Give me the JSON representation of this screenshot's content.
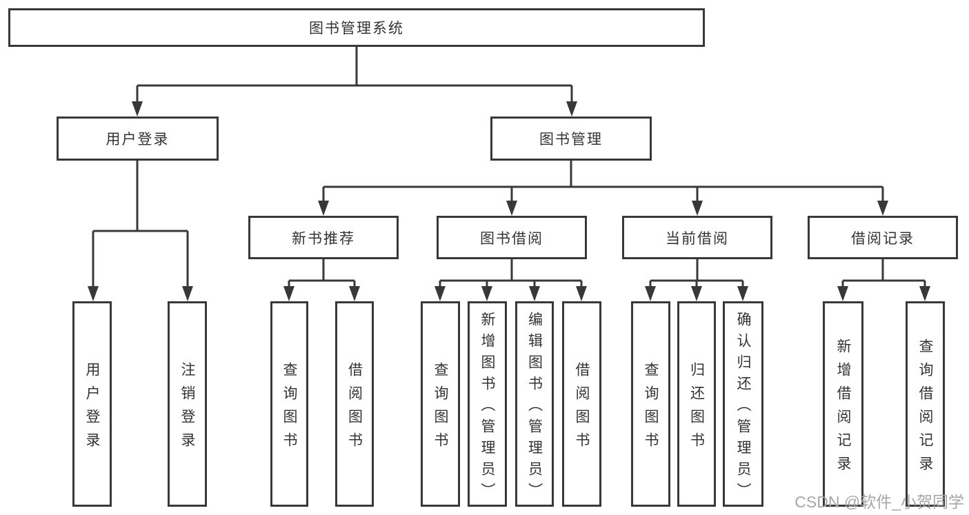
{
  "diagram": {
    "root": {
      "label": "图书管理系统"
    },
    "level2": [
      {
        "id": "user-login",
        "label": "用户登录"
      },
      {
        "id": "book-management",
        "label": "图书管理"
      }
    ],
    "level3": [
      {
        "id": "new-book-recommend",
        "label": "新书推荐",
        "parent": "book-management"
      },
      {
        "id": "book-borrowing",
        "label": "图书借阅",
        "parent": "book-management"
      },
      {
        "id": "current-borrowing",
        "label": "当前借阅",
        "parent": "book-management"
      },
      {
        "id": "borrowing-records",
        "label": "借阅记录",
        "parent": "book-management"
      }
    ],
    "leaves": [
      {
        "id": "user-login",
        "label": "用户登录",
        "parent": "user-login"
      },
      {
        "id": "logout-login",
        "label": "注销登录",
        "parent": "user-login"
      },
      {
        "id": "query-books-recommend",
        "label": "查询图书",
        "parent": "new-book-recommend"
      },
      {
        "id": "borrow-books-recommend",
        "label": "借阅图书",
        "parent": "new-book-recommend"
      },
      {
        "id": "query-books-borrow",
        "label": "查询图书",
        "parent": "book-borrowing"
      },
      {
        "id": "add-book-admin",
        "label": "新增图书（管理员）",
        "parent": "book-borrowing"
      },
      {
        "id": "edit-book-admin",
        "label": "编辑图书（管理员）",
        "parent": "book-borrowing"
      },
      {
        "id": "borrow-books-borrow",
        "label": "借阅图书",
        "parent": "book-borrowing"
      },
      {
        "id": "query-books-current",
        "label": "查询图书",
        "parent": "current-borrowing"
      },
      {
        "id": "return-book",
        "label": "归还图书",
        "parent": "current-borrowing"
      },
      {
        "id": "confirm-return-admin",
        "label": "确认归还（管理员）",
        "parent": "current-borrowing"
      },
      {
        "id": "add-borrow-record",
        "label": "新增借阅记录",
        "parent": "borrowing-records"
      },
      {
        "id": "query-borrow-record",
        "label": "查询借阅记录",
        "parent": "borrowing-records"
      }
    ]
  },
  "watermark": {
    "text": "CSDN @软件_小贺同学"
  },
  "colors": {
    "line": "#383838",
    "text": "#333333",
    "watermark": "#a6a6a6",
    "background": "#ffffff"
  }
}
